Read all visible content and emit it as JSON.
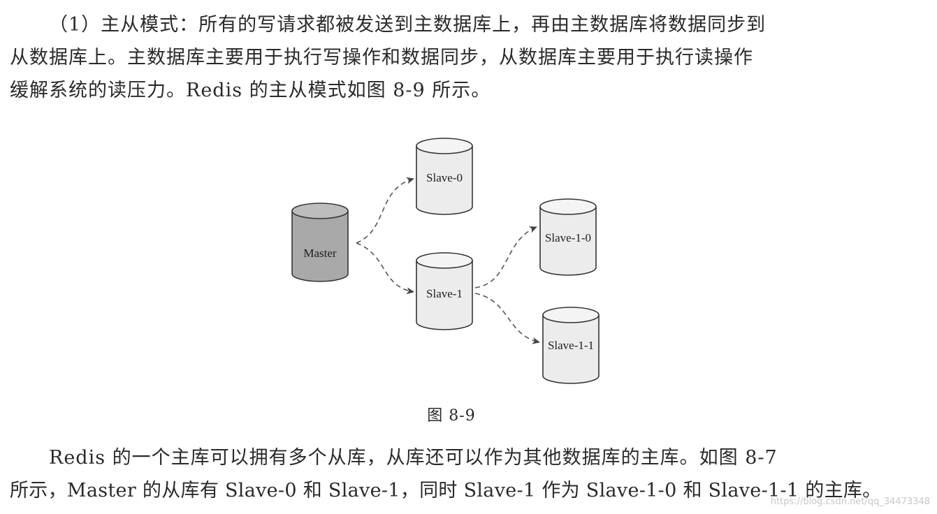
{
  "paragraph1": {
    "lines": [
      "（1）主从模式：所有的写请求都被发送到主数据库上，再由主数据库将数据同步到",
      "从数据库上。主数据库主要用于执行写操作和数据同步，从数据库主要用于执行读操作",
      "缓解系统的读压力。Redis 的主从模式如图 8-9 所示。"
    ]
  },
  "diagram": {
    "nodes": [
      {
        "id": "master",
        "label": "Master",
        "color": "#a9a9a9"
      },
      {
        "id": "slave0",
        "label": "Slave-0",
        "color": "#ececec"
      },
      {
        "id": "slave1",
        "label": "Slave-1",
        "color": "#ececec"
      },
      {
        "id": "slave10",
        "label": "Slave-1-0",
        "color": "#ececec"
      },
      {
        "id": "slave11",
        "label": "Slave-1-1",
        "color": "#ececec"
      }
    ],
    "edges": [
      {
        "from": "master",
        "to": "slave0"
      },
      {
        "from": "master",
        "to": "slave1"
      },
      {
        "from": "slave1",
        "to": "slave10"
      },
      {
        "from": "slave1",
        "to": "slave11"
      }
    ]
  },
  "caption": "图 8-9",
  "paragraph2": {
    "lines": [
      "Redis 的一个主库可以拥有多个从库，从库还可以作为其他数据库的主库。如图 8-7",
      "所示，Master 的从库有 Slave-0 和 Slave-1，同时 Slave-1 作为 Slave-1-0 和 Slave-1-1 的主库。"
    ]
  },
  "watermark": "https://blog.csdn.net/qq_34473348"
}
